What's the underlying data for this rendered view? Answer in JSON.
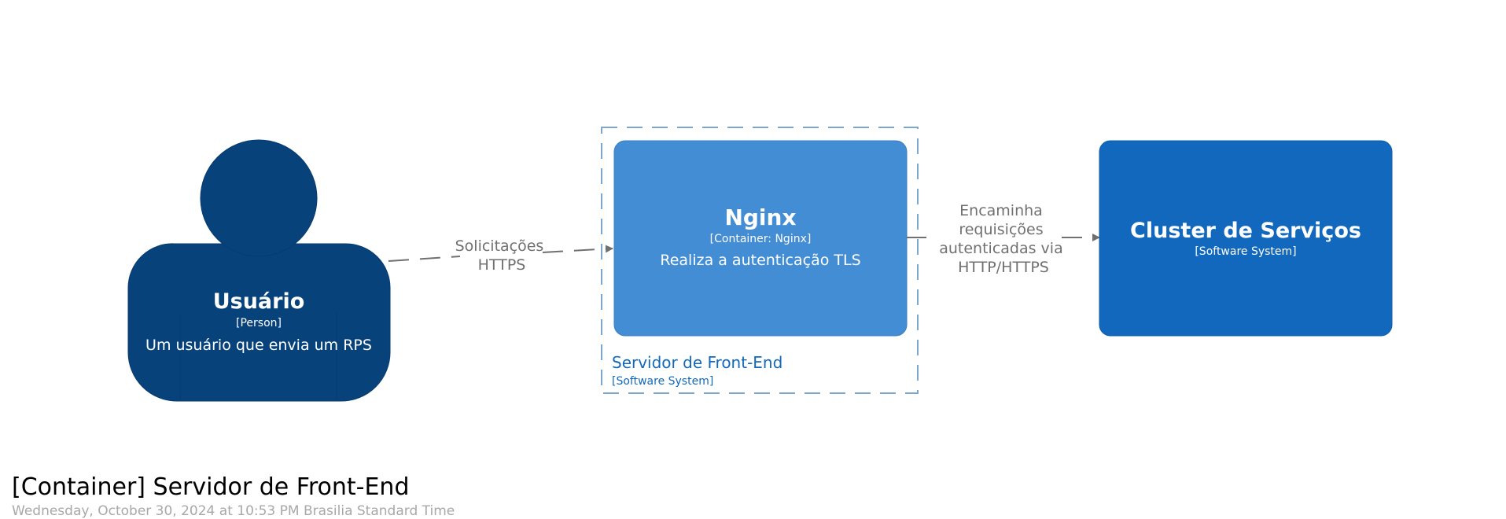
{
  "diagram": {
    "person": {
      "name": "Usuário",
      "type": "[Person]",
      "description": "Um usuário que envia um RPS",
      "color": "#08427b"
    },
    "boundary": {
      "name": "Servidor de Front-End",
      "type": "[Software System]",
      "color": "#1168bd"
    },
    "container": {
      "name": "Nginx",
      "type": "[Container: Nginx]",
      "description": "Realiza a autenticação TLS",
      "color": "#438dd5"
    },
    "system": {
      "name": "Cluster de Serviços",
      "type": "[Software System]",
      "color": "#1168bd"
    },
    "relationships": [
      {
        "label_lines": [
          "Solicitações",
          "HTTPS"
        ]
      },
      {
        "label_lines": [
          "Encaminha",
          "requisições",
          "autenticadas via",
          "HTTP/HTTPS"
        ]
      }
    ]
  },
  "footer": {
    "title": "[Container] Servidor de Front-End",
    "timestamp": "Wednesday, October 30, 2024 at 10:53 PM Brasilia Standard Time"
  }
}
